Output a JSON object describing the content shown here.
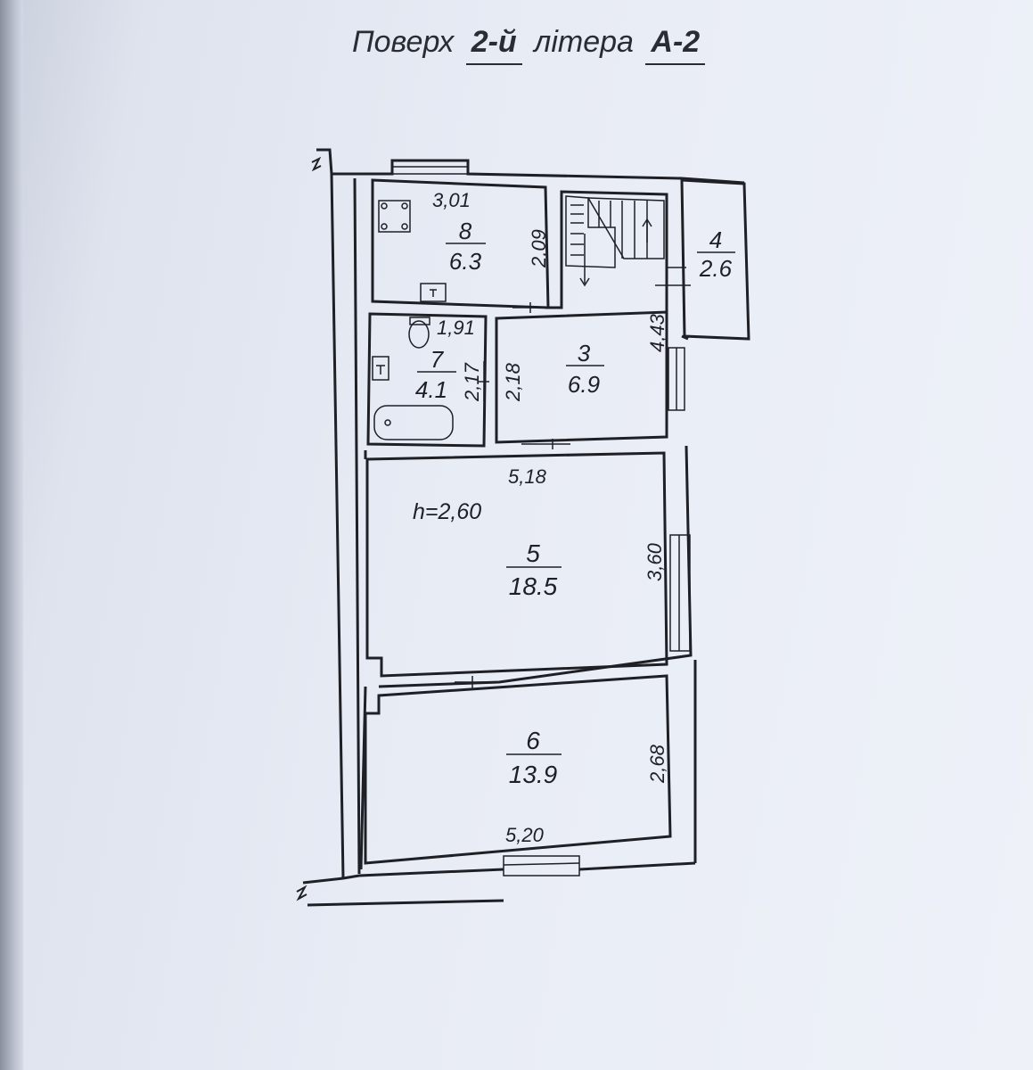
{
  "title": {
    "prefix": "Поверх",
    "floor": "2-й",
    "middle": "літера",
    "letter": "А-2"
  },
  "rooms": [
    {
      "id": "room-8",
      "number": "8",
      "area": "6.3"
    },
    {
      "id": "room-7",
      "number": "7",
      "area": "4.1"
    },
    {
      "id": "room-3",
      "number": "3",
      "area": "6.9"
    },
    {
      "id": "room-4",
      "number": "4",
      "area": "2.6"
    },
    {
      "id": "room-5",
      "number": "5",
      "area": "18.5"
    },
    {
      "id": "room-6",
      "number": "6",
      "area": "13.9"
    }
  ],
  "dimensions": {
    "room8_width": "3,01",
    "room8_height": "2,09",
    "room7_width": "1,91",
    "room7_height": "2,17",
    "room3_left": "2,18",
    "room3_right": "4,43",
    "room5_width": "5,18",
    "room5_height": "3,60",
    "room6_height": "2,68",
    "room6_width": "5,20"
  },
  "ceiling_height": "h=2,60",
  "colors": {
    "paper": "#e8ecf5",
    "ink": "#1e2026"
  }
}
